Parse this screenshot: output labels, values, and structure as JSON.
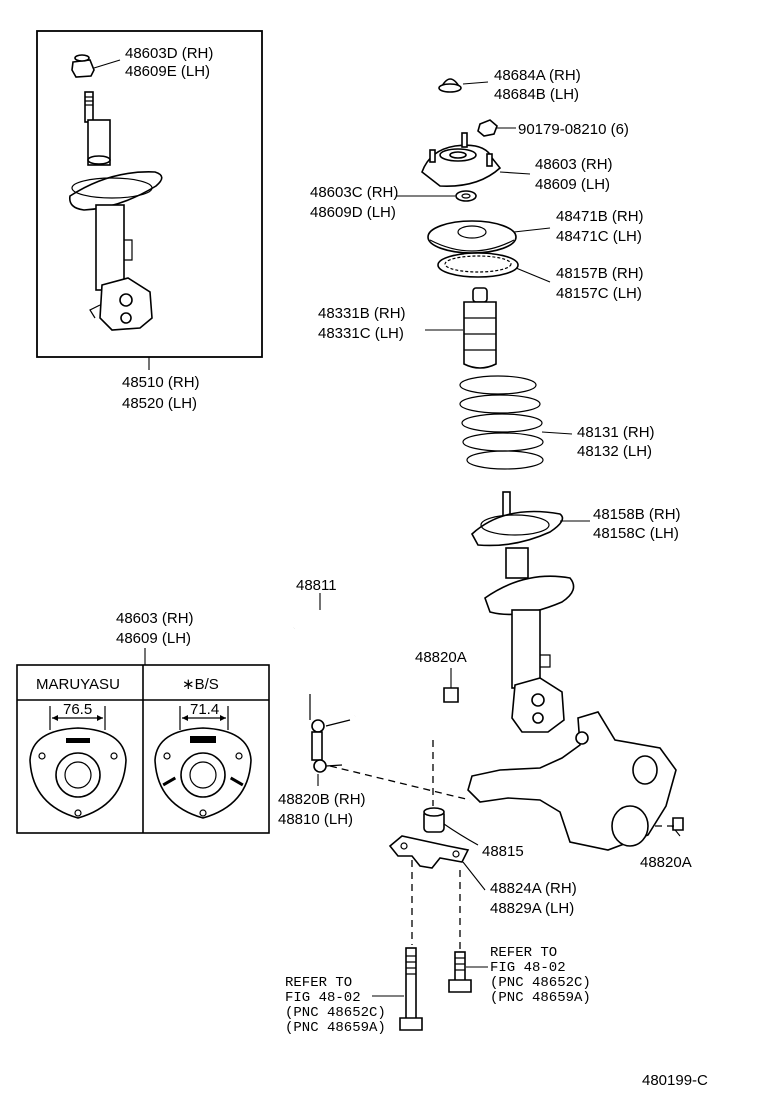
{
  "inset_strut": {
    "top_nut": [
      "48603D (RH)",
      "48609E (LH)"
    ],
    "assembly": [
      "48510 (RH)",
      "48520 (LH)"
    ]
  },
  "parts": {
    "cap": [
      "48684A (RH)",
      "48684B (LH)"
    ],
    "nut": "90179-08210 (6)",
    "mount": [
      "48603 (RH)",
      "48609 (LH)"
    ],
    "bearing": [
      "48603C (RH)",
      "48609D (LH)"
    ],
    "upper_seat": [
      "48471B (RH)",
      "48471C (LH)"
    ],
    "insulator": [
      "48157B (RH)",
      "48157C (LH)"
    ],
    "bumper": [
      "48331B (RH)",
      "48331C (LH)"
    ],
    "spring": [
      "48131 (RH)",
      "48132 (LH)"
    ],
    "lower_insulator": [
      "48158B (RH)",
      "48158C (LH)"
    ],
    "stabilizer_bar": "48811",
    "bar_nut": "48820A",
    "link": [
      "48820B (RH)",
      "48810 (LH)"
    ],
    "bushing": "48815",
    "bracket": [
      "48824A (RH)",
      "48829A (LH)"
    ],
    "arm_nut": "48820A"
  },
  "mount_variants": {
    "header": [
      "48603 (RH)",
      "48609 (LH)"
    ],
    "columns": [
      "MARUYASU",
      "∗B/S"
    ],
    "dims": [
      "76.5",
      "71.4"
    ]
  },
  "refer_left": [
    "REFER TO",
    "FIG 48-02",
    "(PNC 48652C)",
    "(PNC 48659A)"
  ],
  "refer_right": [
    "REFER TO",
    "FIG 48-02",
    "(PNC 48652C)",
    "(PNC 48659A)"
  ],
  "figure_code": "480199-C"
}
